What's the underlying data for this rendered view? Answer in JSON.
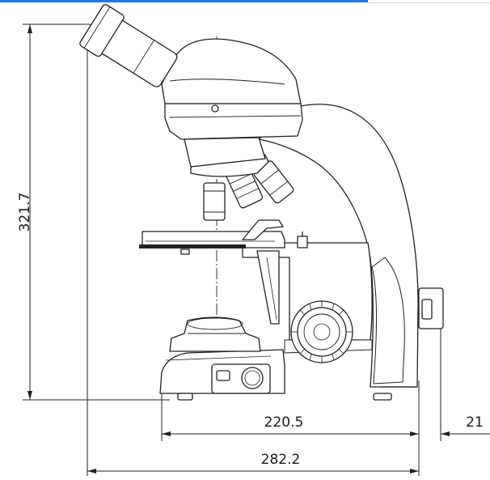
{
  "dimensions": {
    "height_label": "321.7",
    "base_depth_label": "220.5",
    "overhang_label": "21",
    "total_depth_label": "282.2"
  },
  "colors": {
    "outline": "#222222",
    "accent_bar": "#2f74d8",
    "background": "#ffffff"
  },
  "icons": {
    "microscope": "microscope-drawing"
  }
}
